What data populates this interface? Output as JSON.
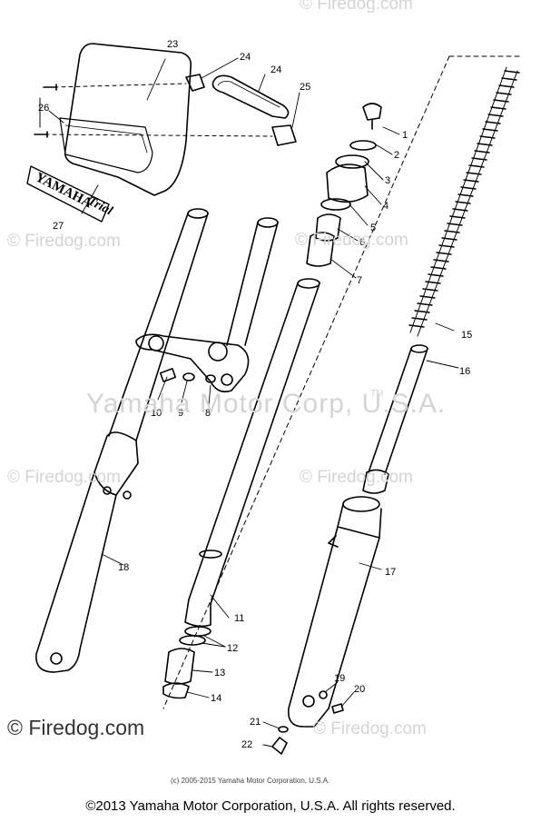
{
  "watermarks": {
    "site": "© Firedog.com",
    "center": "Yamaha Motor Corp, U.S.A.",
    "tm": "TM",
    "small_copyright": "(c) 2005-2015 Yamaha Motor Corporation, U.S.A."
  },
  "footer": {
    "copyright": "©2013 Yamaha Motor Corporation, U.S.A. All rights reserved."
  },
  "decal_text": "YAMAHA Trial",
  "callouts": [
    "1",
    "2",
    "3",
    "4",
    "5",
    "6",
    "7",
    "8",
    "9",
    "10",
    "11",
    "12",
    "13",
    "14",
    "15",
    "16",
    "17",
    "18",
    "19",
    "20",
    "21",
    "22",
    "23",
    "24",
    "24",
    "25",
    "26",
    "27"
  ],
  "colors": {
    "line": "#000000",
    "watermark": "#d4d4d4"
  }
}
